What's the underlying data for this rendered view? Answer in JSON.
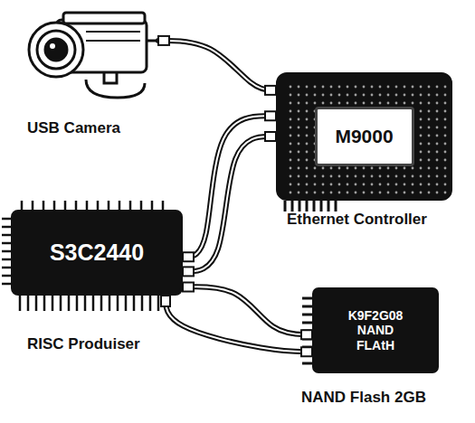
{
  "diagram": {
    "nodes": [
      {
        "text": [
          "USB Camera"
        ]
      },
      {
        "text": [
          "M9000",
          "Ethernet Controller"
        ]
      },
      {
        "text": [
          "S3C2440",
          "RISC Produiser"
        ]
      },
      {
        "text": [
          "K9F2G08 NAND FLAtH",
          "NAND Flash 2GB"
        ]
      }
    ],
    "edges": [
      {
        "from": 0,
        "to": 1,
        "arrow": "none"
      },
      {
        "from": 2,
        "to": 1,
        "arrow": "none"
      },
      {
        "from": 2,
        "to": 1,
        "arrow": "none"
      },
      {
        "from": 2,
        "to": 3,
        "arrow": "none"
      },
      {
        "from": 2,
        "to": 3,
        "arrow": "none"
      }
    ]
  }
}
